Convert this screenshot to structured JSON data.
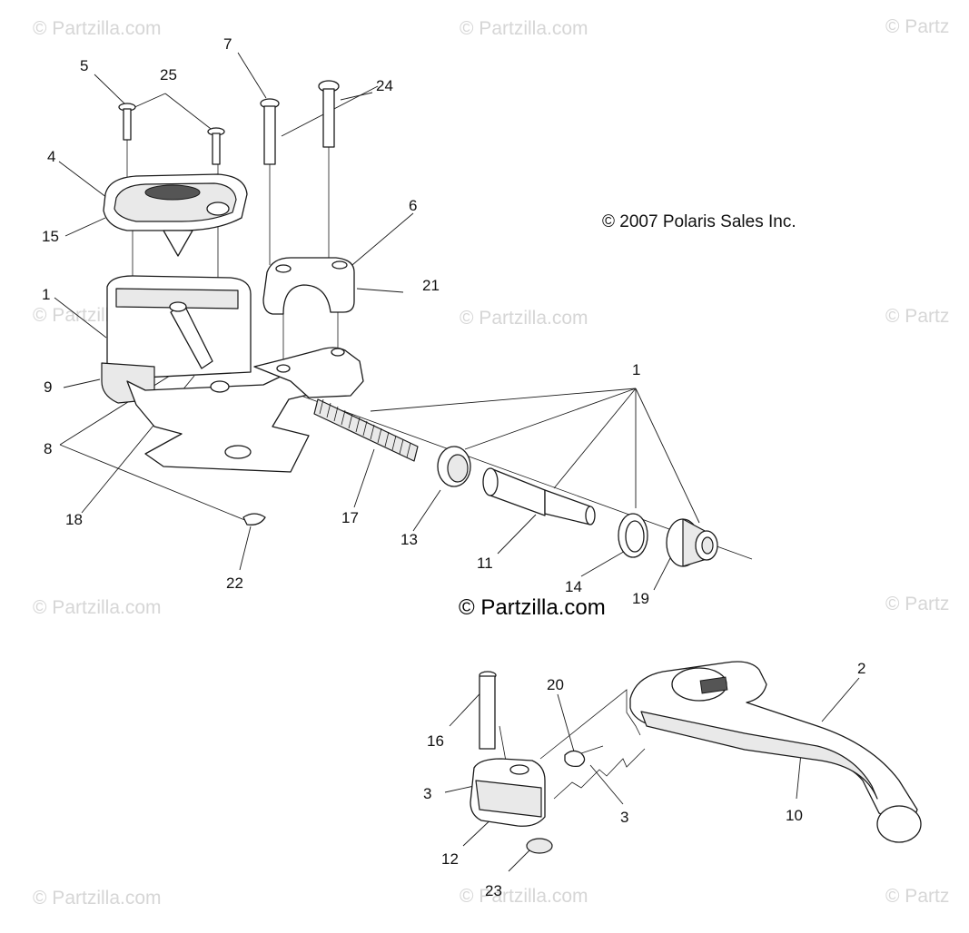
{
  "copyright": "© 2007 Polaris Sales Inc.",
  "center_watermark": "© Partzilla.com",
  "watermarks": [
    {
      "id": "wm-top-left",
      "text": "© Partzilla.com"
    },
    {
      "id": "wm-top-center",
      "text": "© Partzilla.com"
    },
    {
      "id": "wm-top-right",
      "text": "© Partz"
    },
    {
      "id": "wm-mid-left",
      "text": "© Partzilla.com"
    },
    {
      "id": "wm-mid-center",
      "text": "© Partzilla.com"
    },
    {
      "id": "wm-mid-right",
      "text": "© Partz"
    },
    {
      "id": "wm-low-left",
      "text": "© Partzilla.com"
    },
    {
      "id": "wm-low-right",
      "text": "© Partz"
    },
    {
      "id": "wm-bottom-left",
      "text": "© Partzilla.com"
    },
    {
      "id": "wm-bottom-center",
      "text": "© Partzilla.com"
    },
    {
      "id": "wm-bottom-right",
      "text": "© Partz"
    }
  ],
  "callouts": {
    "c1a": "1",
    "c1b": "1",
    "c2": "2",
    "c3a": "3",
    "c3b": "3",
    "c4": "4",
    "c5": "5",
    "c6": "6",
    "c7": "7",
    "c8": "8",
    "c9": "9",
    "c10": "10",
    "c11": "11",
    "c12": "12",
    "c13": "13",
    "c14": "14",
    "c15": "15",
    "c16": "16",
    "c17": "17",
    "c18": "18",
    "c19": "19",
    "c20": "20",
    "c21": "21",
    "c22": "22",
    "c23": "23",
    "c24": "24",
    "c25": "25"
  }
}
